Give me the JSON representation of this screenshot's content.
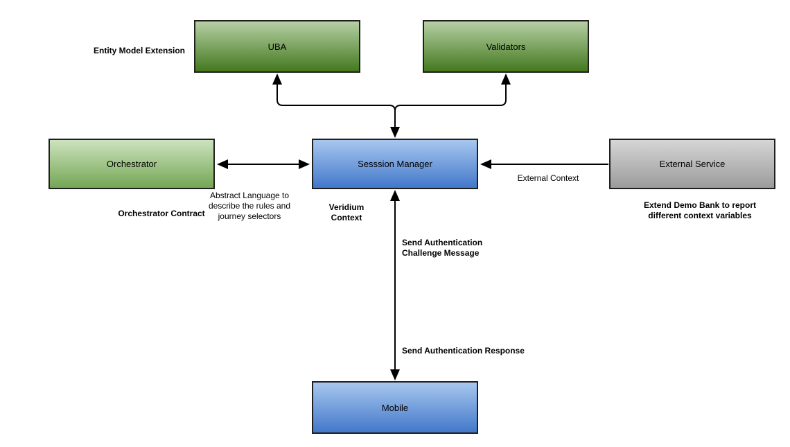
{
  "diagram": {
    "background_color": "#ffffff",
    "border_color": "#1f1f1f",
    "connector_color": "#000000",
    "nodes": {
      "uba": {
        "label": "UBA",
        "fill_top": "#b6d0a5",
        "fill_bottom": "#44781e"
      },
      "validators": {
        "label": "Validators",
        "fill_top": "#b6d0a5",
        "fill_bottom": "#44781e"
      },
      "orchestrator": {
        "label": "Orchestrator",
        "fill_top": "#cde3bf",
        "fill_bottom": "#74a653"
      },
      "session_manager": {
        "label": "Sesssion Manager",
        "fill_top": "#a8c7ef",
        "fill_bottom": "#4278ca"
      },
      "external_service": {
        "label": "External Service",
        "fill_top": "#d6d6d6",
        "fill_bottom": "#9b9b9b"
      },
      "mobile": {
        "label": "Mobile",
        "fill_top": "#a8c7ef",
        "fill_bottom": "#4278ca"
      }
    },
    "annotations": {
      "entity_model_extension": "Entity Model Extension",
      "orchestrator_contract": "Orchestrator Contract",
      "extend_demo_bank": "Extend Demo Bank to report different context variables"
    },
    "edge_labels": {
      "abstract_language": "Abstract Language to describe the rules and journey selectors",
      "veridium_context": "Veridium Context",
      "external_context": "External Context",
      "send_auth_challenge": "Send Authentication Challenge Message",
      "send_auth_response": "Send Authentication Response"
    }
  }
}
